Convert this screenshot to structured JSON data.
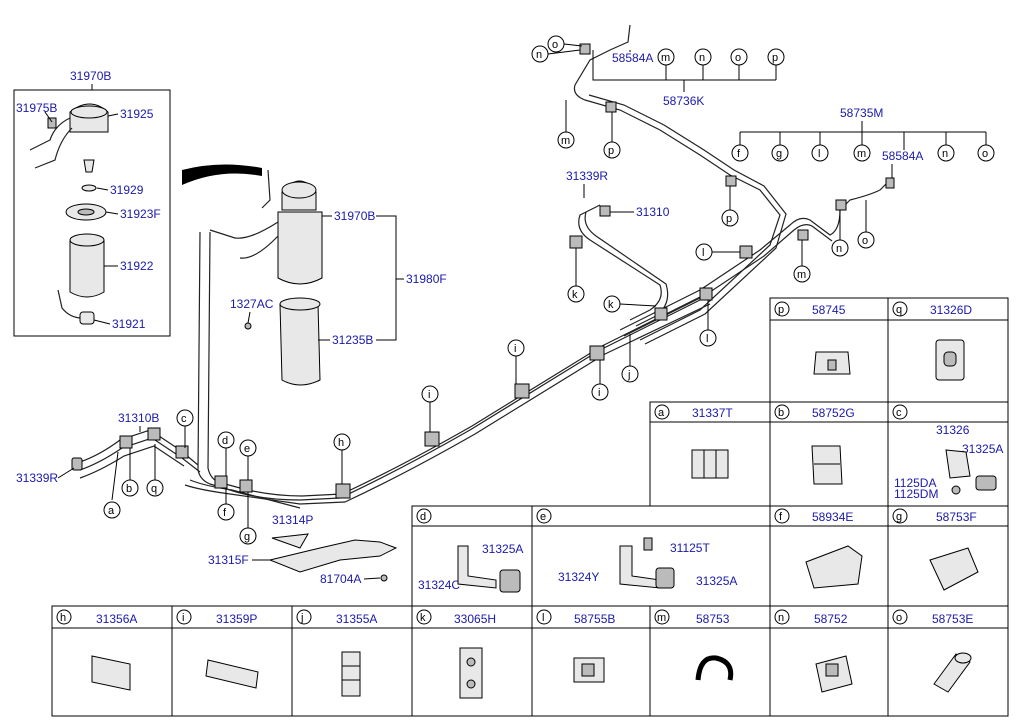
{
  "callouts": {
    "c_31970B_top": "31970B",
    "c_31975B": "31975B",
    "c_31925": "31925",
    "c_31929": "31929",
    "c_31923F": "31923F",
    "c_31922": "31922",
    "c_31921": "31921",
    "c_31970B_main": "31970B",
    "c_31980F": "31980F",
    "c_1327AC": "1327AC",
    "c_31235B": "31235B",
    "c_31310B": "31310B",
    "c_31339R_left": "31339R",
    "c_31314P": "31314P",
    "c_31315F": "31315F",
    "c_81704A": "81704A",
    "c_31339R_mid": "31339R",
    "c_31310": "31310",
    "c_58584A_top": "58584A",
    "c_58736K": "58736K",
    "c_58735M": "58735M",
    "c_58584A_right": "58584A"
  },
  "letters": {
    "a": "a",
    "b": "b",
    "c": "c",
    "d": "d",
    "e": "e",
    "f": "f",
    "g": "g",
    "h": "h",
    "i": "i",
    "j": "j",
    "k": "k",
    "l": "l",
    "m": "m",
    "n": "n",
    "o": "o",
    "p": "p",
    "q": "q"
  },
  "legend": {
    "p": {
      "letter": "p",
      "part": "58745"
    },
    "q": {
      "letter": "q",
      "part": "31326D"
    },
    "a": {
      "letter": "a",
      "part": "31337T"
    },
    "b": {
      "letter": "b",
      "part": "58752G"
    },
    "c": {
      "letter": "c",
      "part": "31326",
      "sub1": "31325A",
      "sub2": "1125DA",
      "sub3": "1125DM"
    },
    "d": {
      "letter": "d",
      "sub1": "31325A",
      "sub2": "31324C"
    },
    "e": {
      "letter": "e",
      "sub1": "31125T",
      "sub2": "31324Y",
      "sub3": "31325A"
    },
    "f": {
      "letter": "f",
      "part": "58934E"
    },
    "g": {
      "letter": "g",
      "part": "58753F"
    },
    "h": {
      "letter": "h",
      "part": "31356A"
    },
    "i": {
      "letter": "i",
      "part": "31359P"
    },
    "j": {
      "letter": "j",
      "part": "31355A"
    },
    "k": {
      "letter": "k",
      "part": "33065H"
    },
    "l": {
      "letter": "l",
      "part": "58755B"
    },
    "m": {
      "letter": "m",
      "part": "58753"
    },
    "n": {
      "letter": "n",
      "part": "58752"
    },
    "o": {
      "letter": "o",
      "part": "58753E"
    }
  }
}
